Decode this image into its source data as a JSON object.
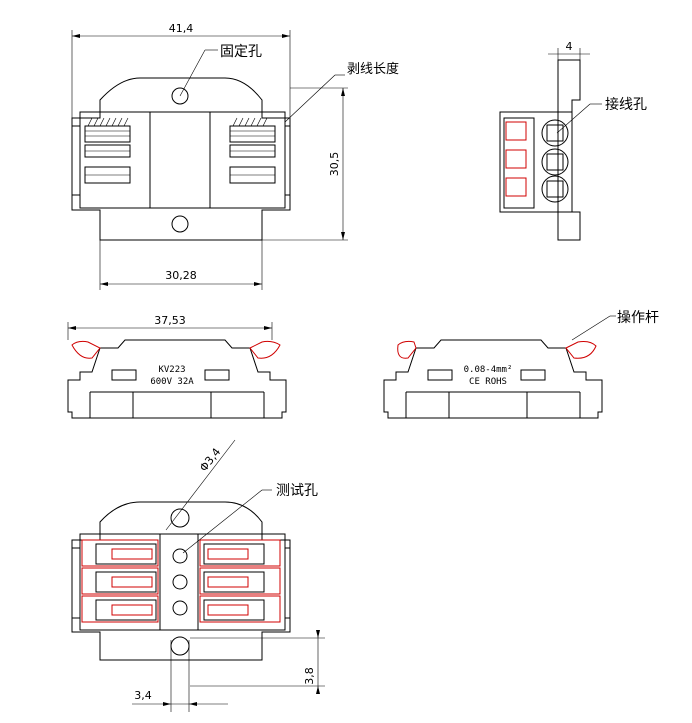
{
  "dimensions": {
    "width_top": "41,4",
    "height_side": "30,5",
    "width_bottom": "30,28",
    "depth_side": "4",
    "width_front": "37,53",
    "hole_dia": "Φ3,4",
    "hole_height": "3,8",
    "hole_width": "3,4"
  },
  "labels": {
    "mount_hole": "固定孔",
    "strip_length": "剥线长度",
    "wire_hole": "接线孔",
    "lever": "操作杆",
    "test_hole": "测试孔"
  },
  "markings": {
    "model": "KV223",
    "rating": "600V 32A",
    "wire_range": "0.08-4mm²",
    "cert": "CE ROHS"
  }
}
